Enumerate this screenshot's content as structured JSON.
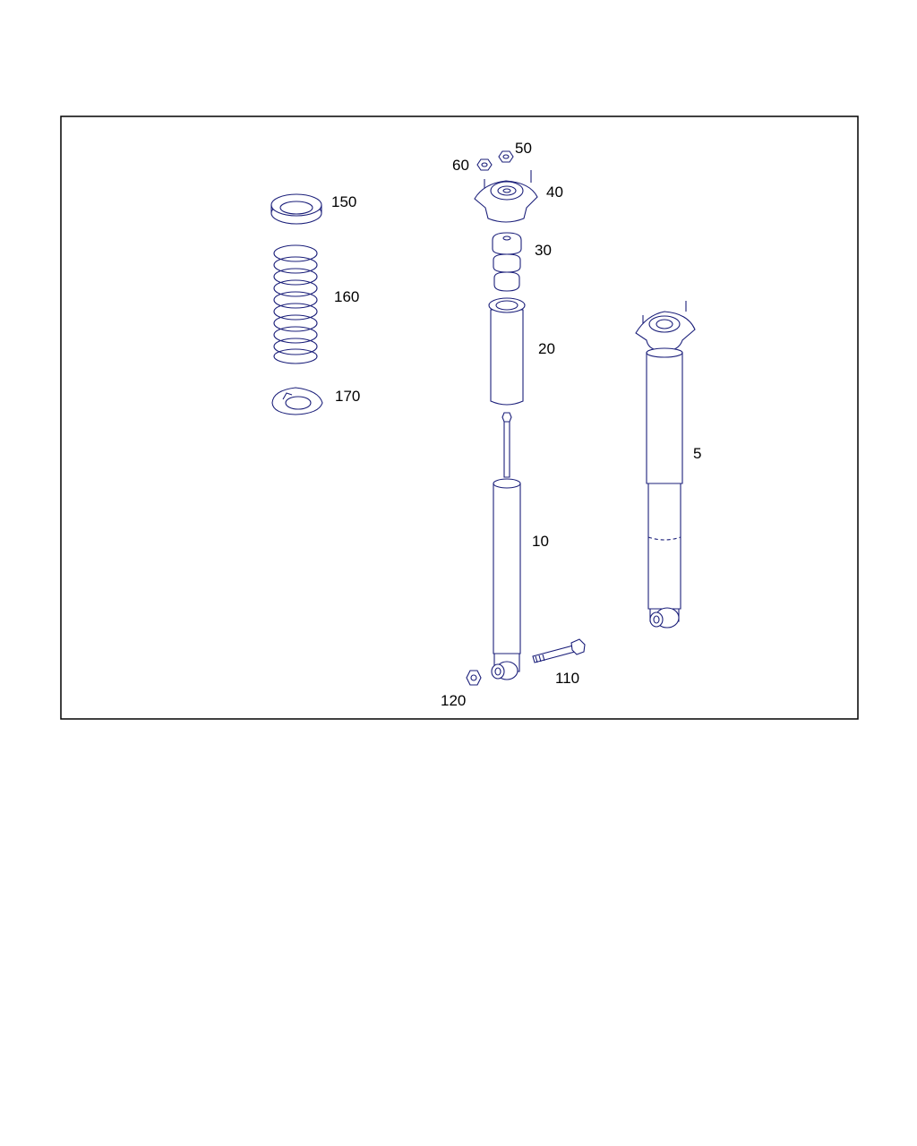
{
  "diagram": {
    "labels": {
      "p150": "150",
      "p160": "160",
      "p170": "170",
      "p60": "60",
      "p50": "50",
      "p40": "40",
      "p30": "30",
      "p20": "20",
      "p10": "10",
      "p110": "110",
      "p120": "120",
      "p5": "5"
    }
  }
}
